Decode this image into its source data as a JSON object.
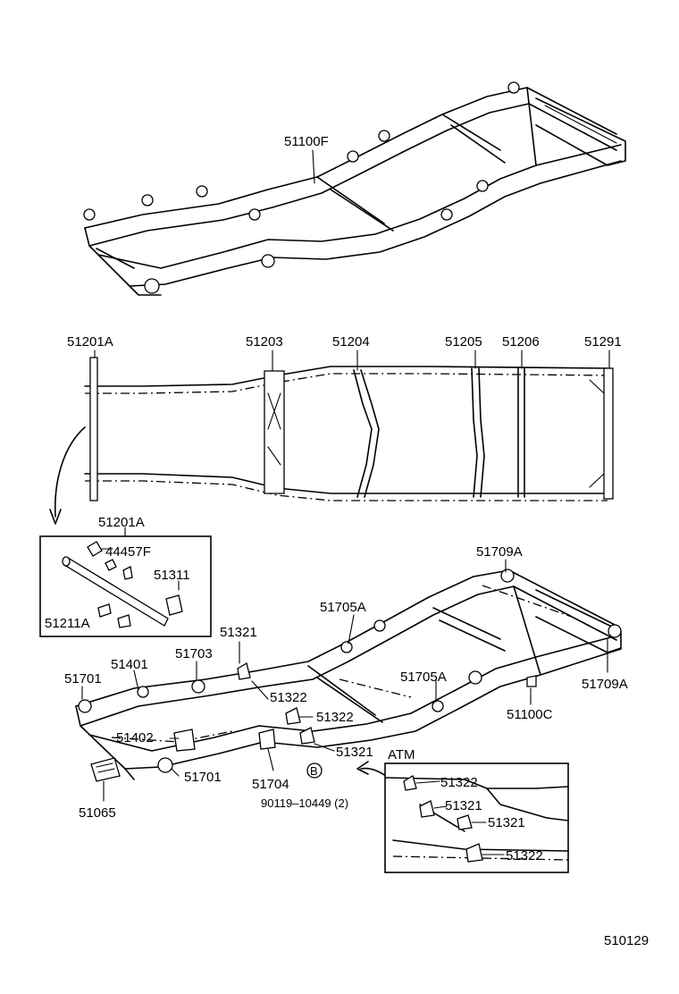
{
  "frame_top": {
    "label": "51100F"
  },
  "ladder": {
    "labels": [
      "51201A",
      "51203",
      "51204",
      "51205",
      "51206",
      "51291"
    ]
  },
  "detail_box": {
    "title": "51201A",
    "labels": [
      "44457F",
      "51311",
      "51211A"
    ]
  },
  "frame_bottom": {
    "labels": {
      "l51709A_top": "51709A",
      "l51709A_right": "51709A",
      "l51705A_top": "51705A",
      "l51705A_mid": "51705A",
      "l51321_top": "51321",
      "l51703": "51703",
      "l51401": "51401",
      "l51701_top": "51701",
      "l51322_a": "51322",
      "l51322_b": "51322",
      "l51402": "51402",
      "l51701_bottom": "51701",
      "l51065": "51065",
      "l51704": "51704",
      "l51321_mid": "51321",
      "l51100C": "51100C",
      "bolt_ref": "B",
      "bolt_part": "90119–10449 (2)"
    }
  },
  "atm_inset": {
    "title": "ATM",
    "labels": [
      "51322",
      "51321",
      "51321",
      "51322"
    ]
  },
  "figure_code": "510129"
}
